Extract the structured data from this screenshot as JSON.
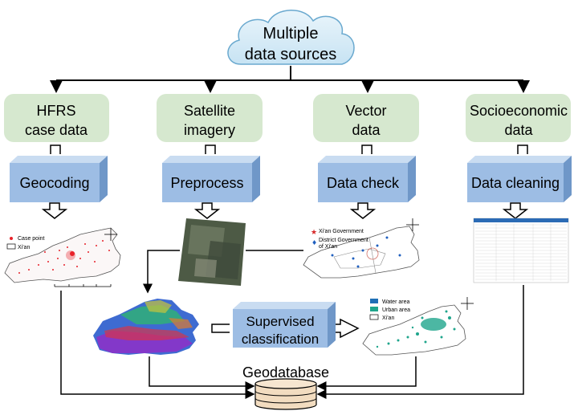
{
  "source_cloud": {
    "line1": "Multiple",
    "line2": "data sources"
  },
  "sources": [
    {
      "line1": "HFRS",
      "line2": "case data"
    },
    {
      "line1": "Satellite",
      "line2": "imagery"
    },
    {
      "line1": "Vector",
      "line2": "data"
    },
    {
      "line1": "Socioeconomic",
      "line2": "data"
    }
  ],
  "processes": [
    "Geocoding",
    "Preprocess",
    "Data check",
    "Data cleaning"
  ],
  "case_map_legend": {
    "point": "Case point",
    "boundary": "Xi'an"
  },
  "vector_map_legend": {
    "government": "Xi'an Government",
    "district_line1": "District Government",
    "district_line2": "of Xi'an"
  },
  "classification": {
    "line1": "Supervised",
    "line2": "classification"
  },
  "landuse_legend": {
    "water": "Water area",
    "urban": "Urban area",
    "boundary": "Xi'an"
  },
  "database": "Geodatabase",
  "colors": {
    "green_box": "#d6e8cf",
    "blue_box": "#9dbde4",
    "cloud": "#d9ecf7",
    "water": "#1f6fb5",
    "urban": "#1fa58c",
    "case_red": "#e8222a",
    "db_fill": "#f2dcc0"
  }
}
